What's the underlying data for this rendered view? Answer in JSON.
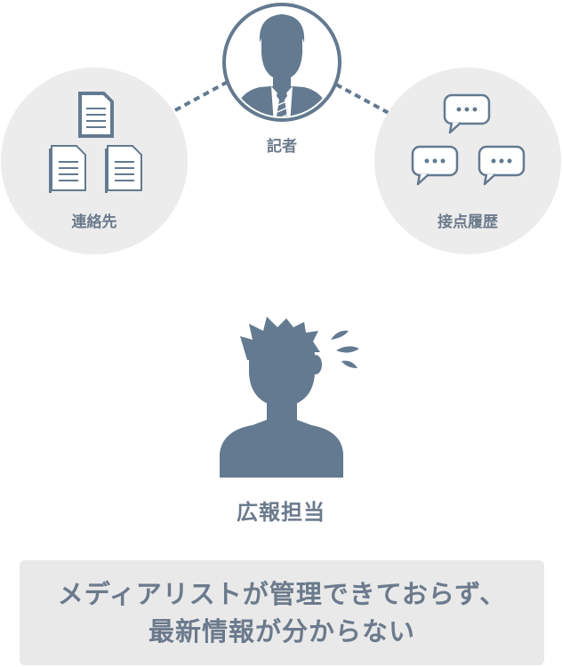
{
  "diagram": {
    "center_label": "記者",
    "left_label": "連絡先",
    "right_label": "接点履歴",
    "role_label": "広報担当",
    "message_lines": [
      "メディアリストが管理できておらず、",
      "最新情報が分からない"
    ]
  },
  "colors": {
    "primary": "#637a90",
    "circle_bg": "#ececec",
    "label_text": "#6b7a8c",
    "box_bg": "#e9e9e9"
  }
}
